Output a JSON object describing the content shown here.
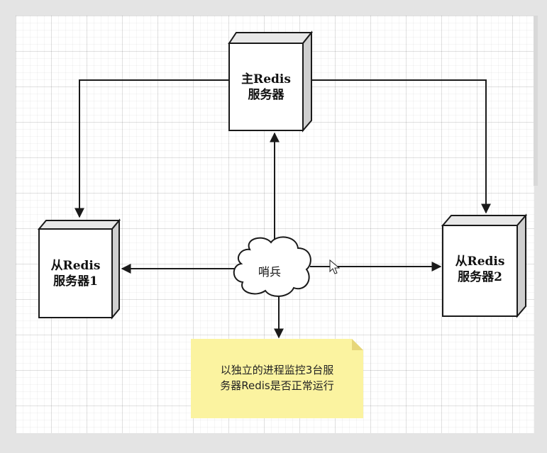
{
  "nodes": {
    "master": {
      "line1": "主Redis",
      "line2": "服务器"
    },
    "slave1": {
      "line1": "从Redis",
      "line2": "服务器1"
    },
    "slave2": {
      "line1": "从Redis",
      "line2": "服务器2"
    },
    "sentinel": {
      "label": "哨兵"
    }
  },
  "note": {
    "line1": "以独立的进程监控3台服",
    "line2": "务器Redis是否正常运行",
    "color": "#fbf3a0"
  },
  "colors": {
    "stroke": "#1a1a1a",
    "box_fill": "#ffffff",
    "box_side": "#d9d9d9"
  }
}
